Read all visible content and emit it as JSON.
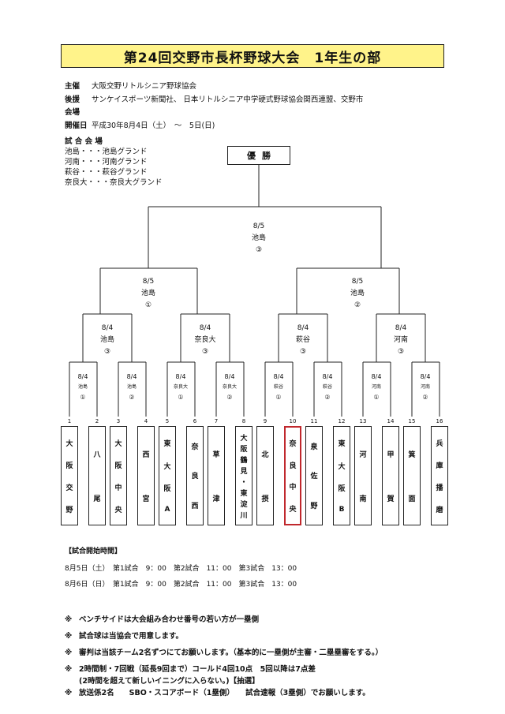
{
  "title": "第24回交野市長杯野球大会　1年生の部",
  "info": {
    "host_label": "主催",
    "host": "大阪交野リトルシニア野球協会",
    "sponsor_label": "後援",
    "sponsor": "サンケイスポーツ新聞社、 日本リトルシニア中学硬式野球協会関西連盟、交野市",
    "venue_label": "会場",
    "date_label": "開催日",
    "date": "平成30年8月4日（土）　～　5日(日)",
    "venues_head": "試 合 会 場",
    "venues": [
      "池島・・・池島グランド",
      "河南・・・河南グランド",
      "萩谷・・・萩谷グランド",
      "奈良大・・・奈良大グランド"
    ]
  },
  "bracket": {
    "winner_label": "優勝",
    "final": {
      "date": "8/5",
      "venue": "池島",
      "field": "③"
    },
    "semis": [
      {
        "date": "8/5",
        "venue": "池島",
        "field": "①"
      },
      {
        "date": "8/5",
        "venue": "池島",
        "field": "②"
      }
    ],
    "quarters": [
      {
        "date": "8/4",
        "venue": "池島",
        "field": "③"
      },
      {
        "date": "8/4",
        "venue": "奈良大",
        "field": "③"
      },
      {
        "date": "8/4",
        "venue": "萩谷",
        "field": "③"
      },
      {
        "date": "8/4",
        "venue": "河南",
        "field": "③"
      }
    ],
    "first_round": [
      {
        "date": "8/4",
        "venue": "池島",
        "field": "①"
      },
      {
        "date": "8/4",
        "venue": "池島",
        "field": "②"
      },
      {
        "date": "8/4",
        "venue": "奈良大",
        "field": "①"
      },
      {
        "date": "8/4",
        "venue": "奈良大",
        "field": "②"
      },
      {
        "date": "8/4",
        "venue": "萩谷",
        "field": "①"
      },
      {
        "date": "8/4",
        "venue": "萩谷",
        "field": "②"
      },
      {
        "date": "8/4",
        "venue": "河南",
        "field": "①"
      },
      {
        "date": "8/4",
        "venue": "河南",
        "field": "②"
      }
    ],
    "teams": [
      {
        "seed": "1",
        "chars": [
          "大",
          "阪",
          "交",
          "野"
        ]
      },
      {
        "seed": "2",
        "chars": [
          "八",
          "尾"
        ]
      },
      {
        "seed": "3",
        "chars": [
          "大",
          "阪",
          "中",
          "央"
        ]
      },
      {
        "seed": "4",
        "chars": [
          "西",
          "宮"
        ]
      },
      {
        "seed": "5",
        "chars": [
          "東",
          "大",
          "阪",
          "A"
        ]
      },
      {
        "seed": "6",
        "chars": [
          "奈",
          "良",
          "西"
        ]
      },
      {
        "seed": "7",
        "chars": [
          "草",
          "津"
        ]
      },
      {
        "seed": "8",
        "chars": [
          "大",
          "阪",
          "鶴",
          "見",
          "・",
          "東",
          "淀",
          "川"
        ]
      },
      {
        "seed": "9",
        "chars": [
          "北",
          "摂"
        ]
      },
      {
        "seed": "10",
        "chars": [
          "奈",
          "良",
          "中",
          "央"
        ],
        "highlight": true
      },
      {
        "seed": "11",
        "chars": [
          "泉",
          "佐",
          "野"
        ]
      },
      {
        "seed": "12",
        "chars": [
          "東",
          "大",
          "阪",
          "B"
        ]
      },
      {
        "seed": "13",
        "chars": [
          "河",
          "南"
        ]
      },
      {
        "seed": "14",
        "chars": [
          "甲",
          "賀"
        ]
      },
      {
        "seed": "15",
        "chars": [
          "箕",
          "面"
        ]
      },
      {
        "seed": "16",
        "chars": [
          "兵",
          "庫",
          "播",
          "磨"
        ]
      }
    ]
  },
  "schedule": {
    "head": "【試合開始時間】",
    "rows": [
      "8月5日（土）　第1試合　9：00　第2試合　11：00　第3試合　13：00",
      "8月6日（日）　第1試合　9：00　第2試合　11：00　第3試合　13：00"
    ]
  },
  "notes": {
    "mark": "※",
    "items": [
      "ベンチサイドは大会組み合わせ番号の若い方が一塁側",
      "試合球は当協会で用意します。",
      "審判は当該チーム2名ずつにてお願いします。（基本的に一塁側が主審・二塁塁審をする。）",
      "2時間制・7回戦（延長9回まで）コールド4回10点　5回以降は7点差",
      "放送係2名　　SBO・スコアボード（1塁側）　　試合速報（3塁側）でお願いします。"
    ],
    "sub": "(2時間を超えて新しいイニングに入らない。)【抽選】"
  }
}
